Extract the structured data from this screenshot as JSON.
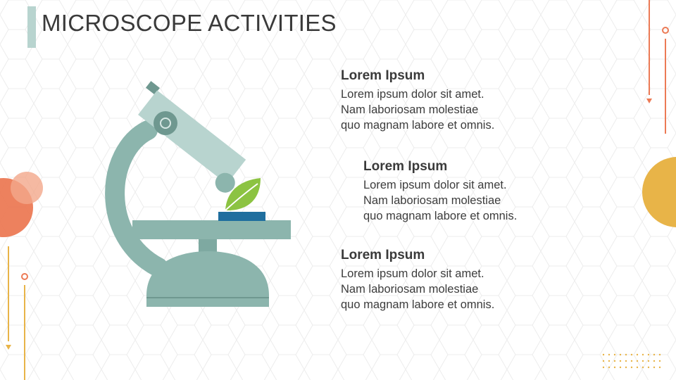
{
  "slide": {
    "title": "MICROSCOPE ACTIVITIES",
    "items": [
      {
        "heading": "Lorem Ipsum",
        "lines": [
          "Lorem ipsum dolor sit amet.",
          "Nam laboriosam molestiae",
          "quo magnam labore et omnis."
        ]
      },
      {
        "heading": "Lorem Ipsum",
        "lines": [
          "Lorem ipsum dolor sit amet.",
          "Nam laboriosam molestiae",
          "quo magnam labore et omnis."
        ]
      },
      {
        "heading": "Lorem Ipsum",
        "lines": [
          "Lorem ipsum dolor sit amet.",
          "Nam laboriosam molestiae",
          "quo magnam labore et omnis."
        ]
      }
    ]
  },
  "colors": {
    "accent_teal": "#b8d4cf",
    "microscope": "#8cb5ad",
    "leaf": "#8cc342",
    "slide_blue": "#1f6e9e",
    "orange": "#ec7a55",
    "yellow": "#e8b448"
  },
  "icons": [
    "microscope-illustration",
    "leaf-icon",
    "decorative-circles",
    "decorative-lines",
    "dot-grid"
  ]
}
